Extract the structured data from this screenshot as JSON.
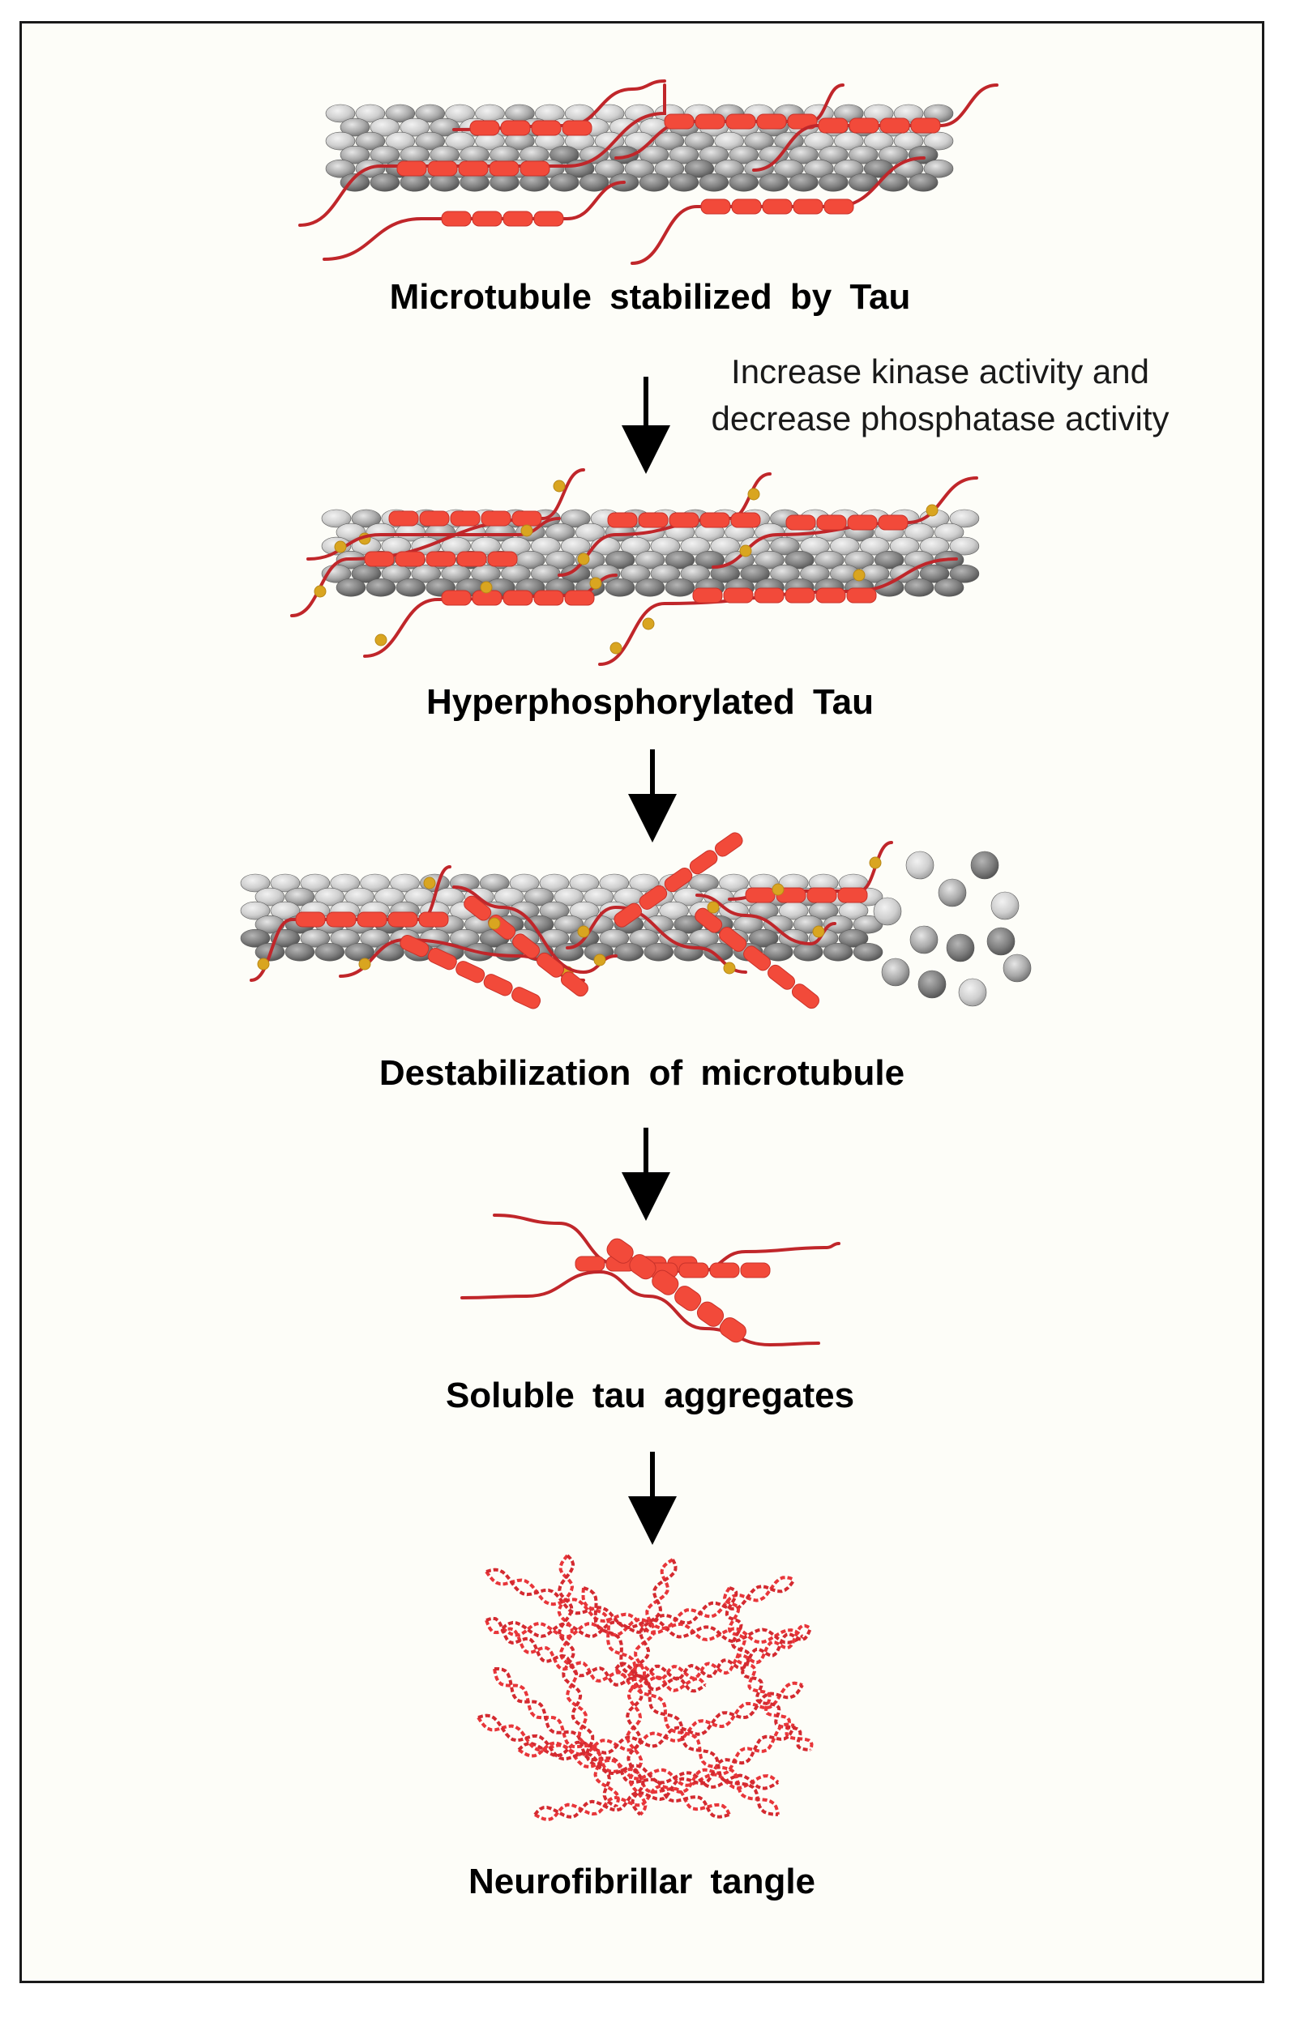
{
  "stages": [
    {
      "id": "stage-1",
      "label": "Microtubule  stabilized  by  Tau"
    },
    {
      "id": "stage-2",
      "label": "Hyperphosphorylated  Tau"
    },
    {
      "id": "stage-3",
      "label": "Destabilization  of microtubule"
    },
    {
      "id": "stage-4",
      "label": "Soluble  tau aggregates"
    },
    {
      "id": "stage-5",
      "label": "Neurofibrillar  tangle"
    }
  ],
  "transition_note": {
    "line1": "Increase kinase activity and",
    "line2": "decrease phosphatase activity"
  },
  "colors": {
    "tubulin_light": "#d6d6d6",
    "tubulin_mid": "#a9a9a9",
    "tubulin_dark": "#6e6e6e",
    "tau_strand": "#c0262a",
    "tau_domain": "#f24a3a",
    "phosphate": "#d9a520",
    "tangle": "#e8363a",
    "arrow": "#000000"
  }
}
